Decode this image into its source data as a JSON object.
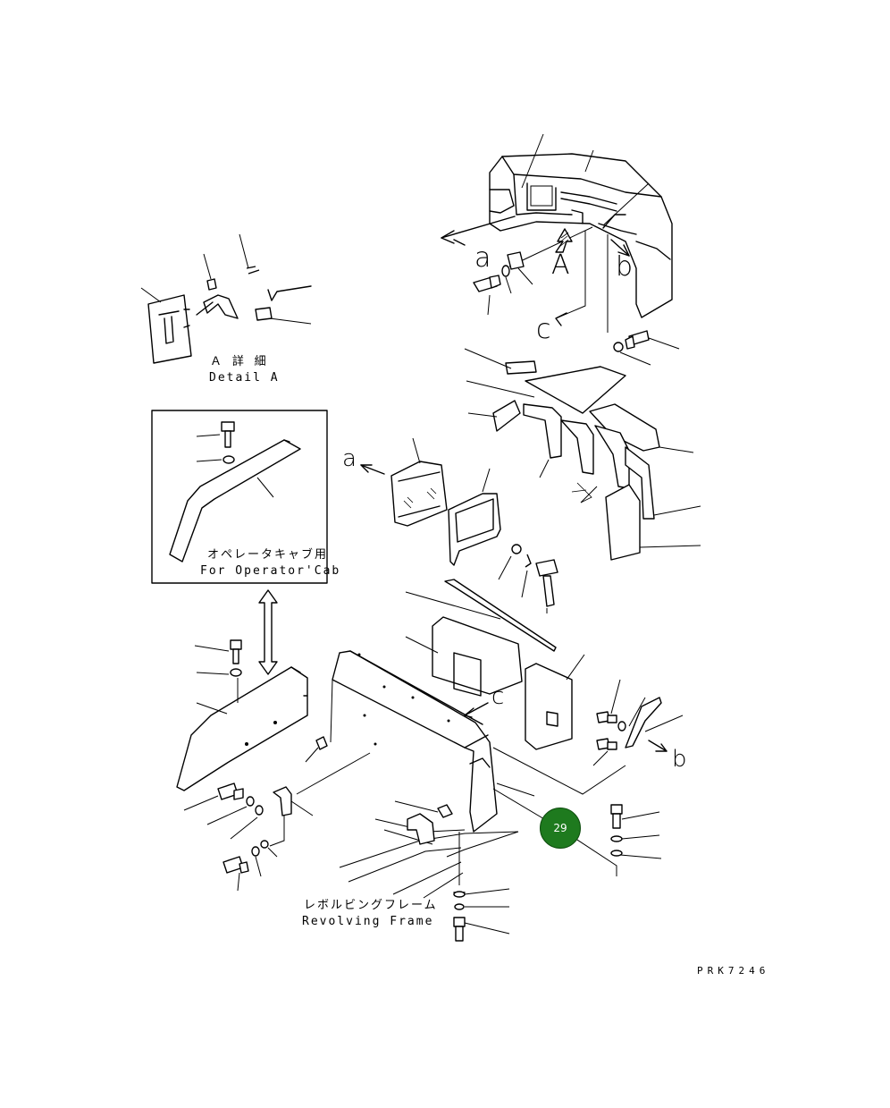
{
  "detail_a": {
    "jp": "Ａ 詳 細",
    "en": "Detail A"
  },
  "operator_cab": {
    "jp": "オペレータキャブ用",
    "en": "For Operator'Cab"
  },
  "revolving_frame": {
    "jp": "レボルビングフレーム",
    "en": "Revolving Frame"
  },
  "view_letters": {
    "a": "a",
    "b": "b",
    "c": "c",
    "A": "A"
  },
  "drawing_code": "PRK7246",
  "callout": {
    "number": "29",
    "color": "#1e7a1e"
  }
}
